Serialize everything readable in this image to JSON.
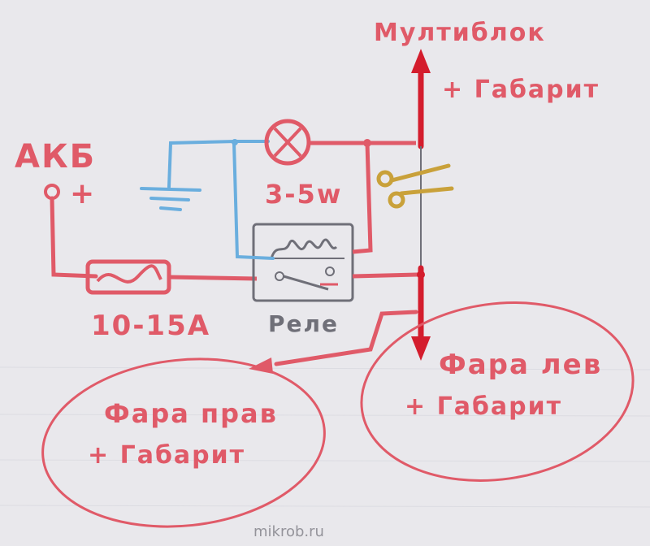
{
  "colors": {
    "paper": "#e9e8ec",
    "red_marker": "#e05a68",
    "red_arrow": "#d41d2d",
    "blue_marker": "#6aaede",
    "pencil": "#6f6f78",
    "scissors": "#c9a13a"
  },
  "labels": {
    "battery": "АКБ",
    "battery_plus": "+",
    "lamp_rating": "3-5w",
    "fuse_rating": "10-15A",
    "relay": "Реле",
    "multiblock": "Мултиблок",
    "parking_plus": "+ Габарит",
    "left_head": "Фара лев",
    "left_parking": "+ Габарит",
    "right_head": "Фара прав",
    "right_parking": "+ Габарит",
    "watermark": "mikrob.ru"
  },
  "icons": {
    "lamp": "lamp-icon",
    "ground": "ground-icon",
    "fuse": "fuse-icon",
    "relay": "relay-icon",
    "scissors": "scissors-icon"
  }
}
